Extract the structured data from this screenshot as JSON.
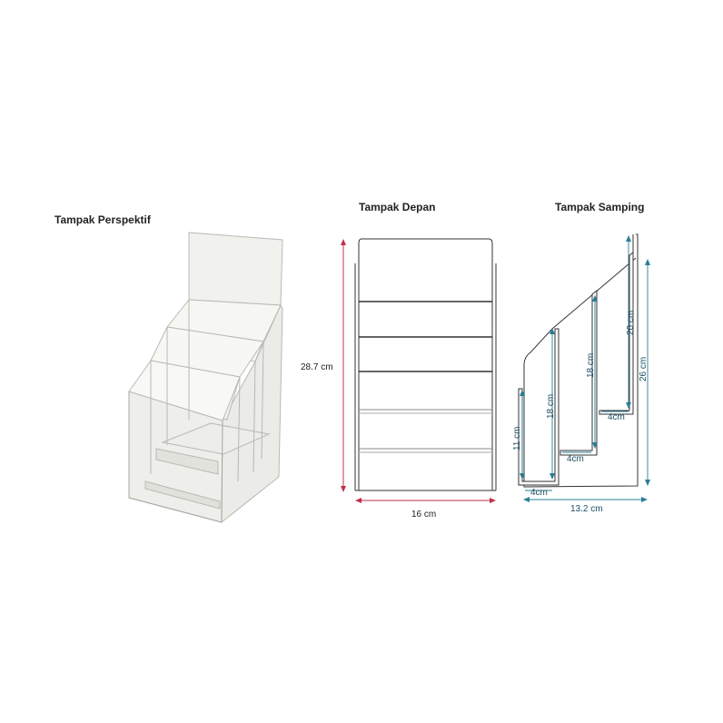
{
  "views": {
    "perspective": {
      "title": "Tampak Perspektif"
    },
    "front": {
      "title": "Tampak Depan",
      "height_label": "28.7 cm",
      "width_label": "16 cm"
    },
    "side": {
      "title": "Tampak Samping",
      "labels": {
        "h_20": "20 cm",
        "h_26": "26 cm",
        "h_18_upper": "18 cm",
        "h_18_lower": "18 cm",
        "h_11": "11 cm",
        "d_4_top": "4cm",
        "d_4_mid": "4cm",
        "d_4_bottom": "4cm",
        "depth": "13.2 cm"
      }
    }
  },
  "colors": {
    "front_dimension": "#c0304a",
    "side_dimension": "#2a7d95",
    "outline": "#333333",
    "acrylic": "#d8d8d2"
  }
}
